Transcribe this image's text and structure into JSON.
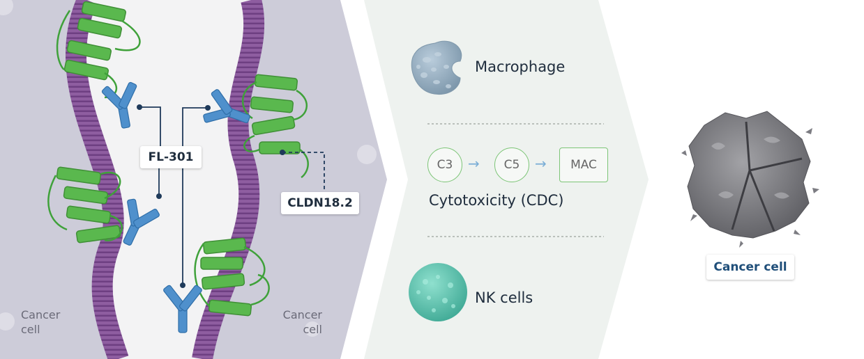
{
  "labels": {
    "antibody": "FL-301",
    "target": "CLDN18.2",
    "cancer_left": [
      "Cancer",
      "cell"
    ],
    "cancer_right": [
      "Cancer",
      "cell"
    ]
  },
  "effectors": {
    "macrophage": "Macrophage",
    "cdc_title": "Cytotoxicity (CDC)",
    "cdc_steps": [
      "C3",
      "C5",
      "MAC"
    ],
    "nk": "NK cells"
  },
  "result": {
    "label": "Cancer cell"
  },
  "colors": {
    "membrane_bg": "#cdccd9",
    "membrane": "#8e5da0",
    "protein": "#5ab84e",
    "antibody": "#4f90cc",
    "macrophage": "#95aec0",
    "nk_cell": "#6dc6b4",
    "panel": "#eef2ef",
    "accent_text": "#1f4e79"
  },
  "icons": [
    "macrophage-icon",
    "nk-cell-icon",
    "dead-cancer-cell-icon",
    "antibody-icon",
    "claudin-protein-icon"
  ]
}
